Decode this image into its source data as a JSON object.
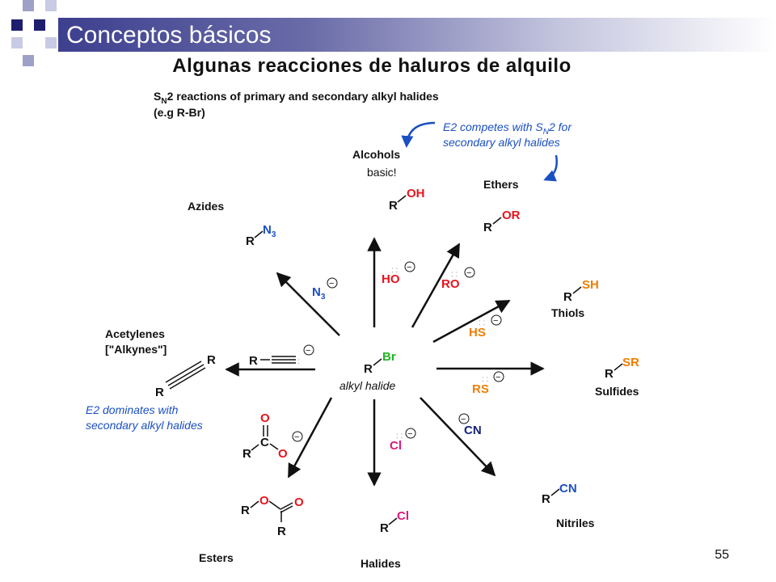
{
  "slide": {
    "title": "Conceptos básicos",
    "subtitle": "Algunas reacciones de haluros de alquilo",
    "page_number": "55"
  },
  "diagram": {
    "heading_line1_prefix": "S",
    "heading_line1_sub": "N",
    "heading_line1_rest": "2 reactions of primary and secondary alkyl halides",
    "heading_line2": "(e.g R-Br)",
    "note_top_line1_prefix": "E2 competes with S",
    "note_top_line1_sub": "N",
    "note_top_line1_suffix": "2 for",
    "note_top_line2": "secondary alkyl halides",
    "note_left_line1": "E2 dominates with",
    "note_left_line2": "secondary alkyl halides",
    "center_R": "R",
    "center_Br": "Br",
    "center_label": "alkyl halide",
    "labels": {
      "alcohols": "Alcohols",
      "alcohols_note": "basic!",
      "ethers": "Ethers",
      "azides": "Azides",
      "thiols": "Thiols",
      "acetylenes_line1": "Acetylenes",
      "acetylenes_line2": "[\"Alkynes\"]",
      "sulfides": "Sulfides",
      "nitriles": "Nitriles",
      "esters": "Esters",
      "halides": "Halides"
    },
    "reagents": {
      "hydroxide": "HO",
      "alkoxide": "RO",
      "hydrosulfide": "HS",
      "thiolate": "RS",
      "azide": "N",
      "azide_sub": "3",
      "cyanide": "CN",
      "chloride": "Cl",
      "acetylide_R": "R",
      "carboxylate_O1": "O",
      "carboxylate_O2": "O",
      "carboxylate_C": "C",
      "carboxylate_R": "R",
      "minus": "−"
    },
    "products": {
      "alcohol_R": "R",
      "alcohol_group": "OH",
      "ether_R": "R",
      "ether_group": "OR",
      "azide_R": "R",
      "azide_group": "N",
      "azide_sub": "3",
      "thiol_R": "R",
      "thiol_group": "SH",
      "alkyne_R1": "R",
      "alkyne_R2": "R",
      "sulfide_R": "R",
      "sulfide_group": "SR",
      "nitrile_R": "R",
      "nitrile_group": "CN",
      "ester_R1": "R",
      "ester_O1": "O",
      "ester_O2": "O",
      "ester_R2": "R",
      "halide_R": "R",
      "halide_group": "Cl"
    },
    "colors": {
      "red": "#e8141e",
      "orange": "#f07d00",
      "blue": "#1a4fc2",
      "navy": "#13237a",
      "magenta": "#e0167c",
      "green": "#22b422"
    }
  }
}
